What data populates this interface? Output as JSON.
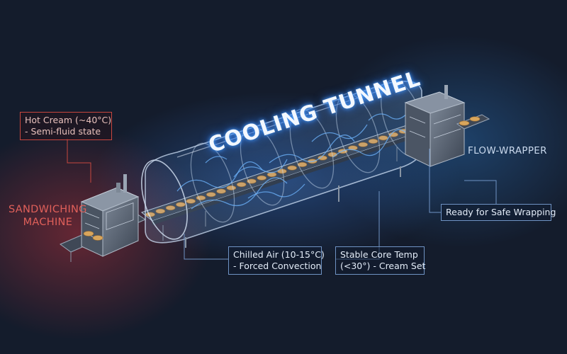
{
  "title": "COOLING TUNNEL",
  "labels": {
    "left_machine_line1": "SANDWICHING",
    "left_machine_line2": "MACHINE",
    "right_machine": "FLOW-WRAPPER"
  },
  "callouts": {
    "hot_cream": [
      "Hot Cream (~40°C)",
      "- Semi-fluid state"
    ],
    "chilled_air": [
      "Chilled Air (10-15°C)",
      "- Forced Convection"
    ],
    "core_temp": [
      "Stable Core Temp",
      "(<30°) - Cream Set"
    ],
    "ready": [
      "Ready for Safe Wrapping"
    ]
  },
  "colors": {
    "background": "#141c2c",
    "hot_accent": "#c7473f",
    "cool_accent": "#6f93c4",
    "tunnel_glow": "#4fa6ff"
  },
  "icons": {
    "left_machine": "sandwiching-machine-illustration",
    "right_machine": "flow-wrapper-illustration",
    "conveyor": "conveyor-belt-illustration",
    "airflow": "airflow-swirl-illustration"
  }
}
